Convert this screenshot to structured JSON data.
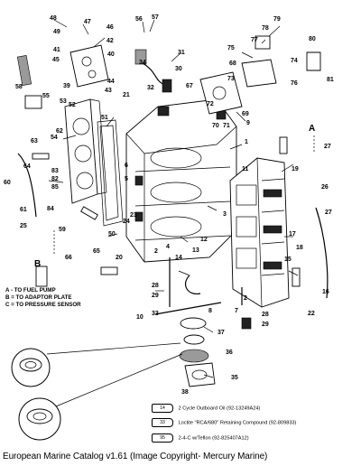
{
  "callouts": [
    "1",
    "2",
    "3",
    "4",
    "5",
    "6",
    "7",
    "8",
    "9",
    "10",
    "11",
    "12",
    "13",
    "14",
    "15",
    "16",
    "17",
    "18",
    "19",
    "20",
    "21",
    "22",
    "23",
    "24",
    "25",
    "26",
    "27",
    "28",
    "29",
    "30",
    "31",
    "32",
    "33",
    "34",
    "35",
    "36",
    "37",
    "38",
    "39",
    "40",
    "41",
    "42",
    "43",
    "44",
    "45",
    "46",
    "47",
    "48",
    "49",
    "50",
    "51",
    "52",
    "53",
    "54",
    "55",
    "56",
    "57",
    "58",
    "59",
    "60",
    "61",
    "62",
    "63",
    "64",
    "65",
    "66",
    "67",
    "68",
    "69",
    "70",
    "71",
    "72",
    "73",
    "74",
    "75",
    "76",
    "77",
    "78",
    "79",
    "80",
    "81",
    "82",
    "83",
    "84",
    "85"
  ],
  "letter_markers": {
    "a": "A",
    "b": "B"
  },
  "legend": {
    "line_a": "A - TO FUEL PUMP",
    "line_b": "B = TO ADAPTOR PLATE",
    "line_c": "C = TO PRESSURE SENSOR"
  },
  "sealant_key": [
    {
      "tube_label": "14",
      "text": "2 Cycle Outboard Oil (92-13249A24)"
    },
    {
      "tube_label": "33",
      "text": "Loctite \"RCA/680\" Retaining Compound (92-809833)"
    },
    {
      "tube_label": "95",
      "text": "2-4-C w/Teflon (92-825407A12)"
    }
  ],
  "footer": "European Marine Catalog v1.61 (Image Copyright- Mercury Marine)"
}
